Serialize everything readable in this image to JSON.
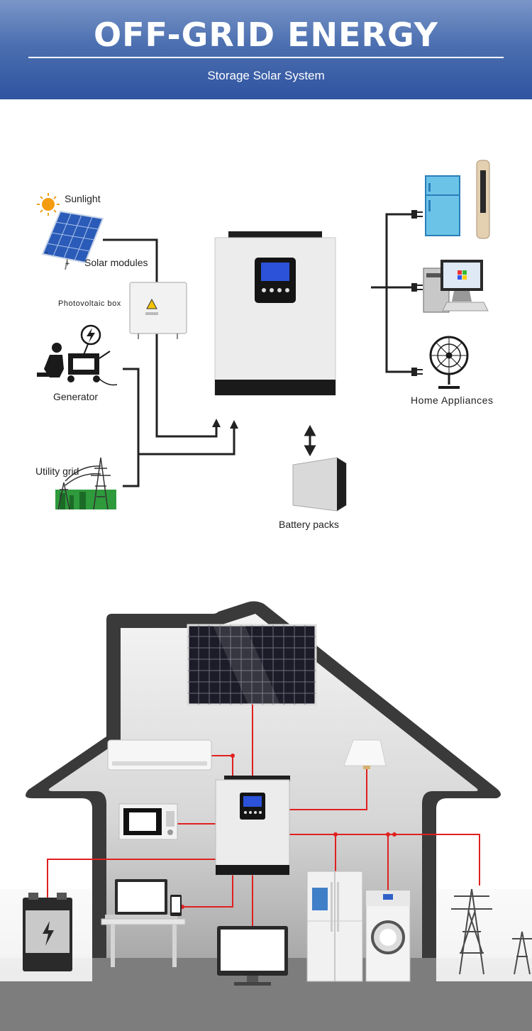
{
  "header": {
    "title": "OFF-GRID ENERGY",
    "subtitle": "Storage Solar System"
  },
  "diagram": {
    "sunlight": "Sunlight",
    "solar_modules": "Solar modules",
    "polarity_minus": "-",
    "polarity_plus": "+",
    "pv_box": "Photovoltaic box",
    "generator": "Generator",
    "utility_grid": "Utility grid",
    "battery_packs": "Battery packs",
    "home_appliances": "Home Appliances"
  },
  "colors": {
    "header_top": "#7a96c8",
    "header_bottom": "#2f53a0",
    "wire_dark": "#222222",
    "wire_red": "#e02020",
    "house_outline": "#3a3a3a"
  }
}
